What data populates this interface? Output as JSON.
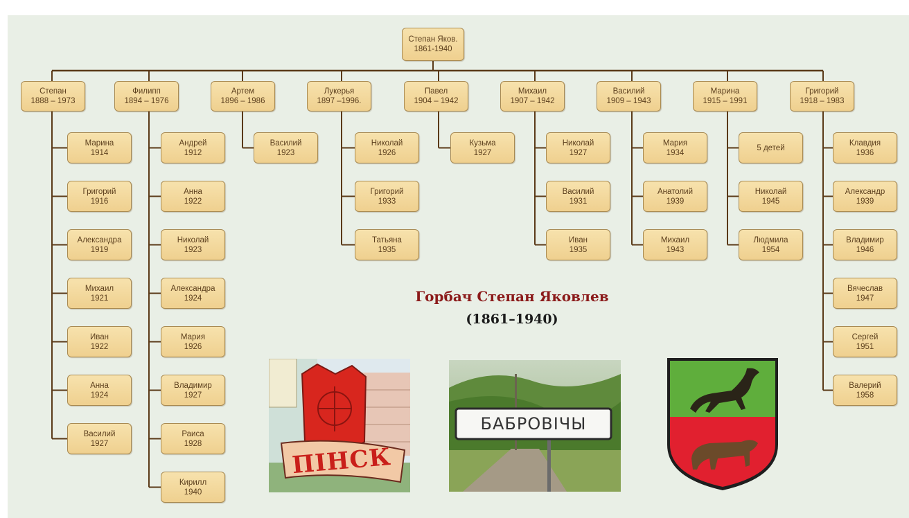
{
  "colors": {
    "panel": "#e9efe6",
    "line": "#5a3a18",
    "box_fill": "#f3d9a0",
    "box_border": "#a88a52",
    "box_text": "#5c3f1d",
    "title": "#8b1a1a"
  },
  "tree": {
    "root": {
      "name": "Степан Яков.",
      "years": "1861-1940"
    },
    "branches": [
      {
        "name": "Степан",
        "years": "1888 – 1973",
        "children": [
          {
            "name": "Марина",
            "years": "1914"
          },
          {
            "name": "Григорий",
            "years": "1916"
          },
          {
            "name": "Александра",
            "years": "1919"
          },
          {
            "name": "Михаил",
            "years": "1921"
          },
          {
            "name": "Иван",
            "years": "1922"
          },
          {
            "name": "Анна",
            "years": "1924"
          },
          {
            "name": "Василий",
            "years": "1927"
          }
        ]
      },
      {
        "name": "Филипп",
        "years": "1894 – 1976",
        "children": [
          {
            "name": "Андрей",
            "years": "1912"
          },
          {
            "name": "Анна",
            "years": "1922"
          },
          {
            "name": "Николай",
            "years": "1923"
          },
          {
            "name": "Александра",
            "years": "1924"
          },
          {
            "name": "Мария",
            "years": "1926"
          },
          {
            "name": "Владимир",
            "years": "1927"
          },
          {
            "name": "Раиса",
            "years": "1928"
          },
          {
            "name": "Кирилл",
            "years": "1940"
          }
        ]
      },
      {
        "name": "Артем",
        "years": "1896 – 1986",
        "children": [
          {
            "name": "Василий",
            "years": "1923"
          }
        ]
      },
      {
        "name": "Лукерья",
        "years": "1897 –1996.",
        "children": [
          {
            "name": "Николай",
            "years": "1926"
          },
          {
            "name": "Григорий",
            "years": "1933"
          },
          {
            "name": "Татьяна",
            "years": "1935"
          }
        ]
      },
      {
        "name": "Павел",
        "years": "1904 – 1942",
        "children": [
          {
            "name": "Кузьма",
            "years": "1927"
          }
        ]
      },
      {
        "name": "Михаил",
        "years": "1907 – 1942",
        "children": [
          {
            "name": "Николай",
            "years": "1927"
          },
          {
            "name": "Василий",
            "years": "1931"
          },
          {
            "name": "Иван",
            "years": "1935"
          }
        ]
      },
      {
        "name": "Василий",
        "years": "1909 – 1943",
        "children": [
          {
            "name": "Мария",
            "years": "1934"
          },
          {
            "name": "Анатолий",
            "years": "1939"
          },
          {
            "name": "Михаил",
            "years": "1943"
          }
        ]
      },
      {
        "name": "Марина",
        "years": "1915 – 1991",
        "children": [
          {
            "name": "5 детей",
            "years": ""
          },
          {
            "name": "Николай",
            "years": "1945"
          },
          {
            "name": "Людмила",
            "years": "1954"
          }
        ]
      },
      {
        "name": "Григорий",
        "years": "1918 – 1983",
        "children": [
          {
            "name": "Клавдия",
            "years": "1936"
          },
          {
            "name": "Александр",
            "years": "1939"
          },
          {
            "name": "Владимир",
            "years": "1946"
          },
          {
            "name": "Вячеслав",
            "years": "1947"
          },
          {
            "name": "Сергей",
            "years": "1951"
          },
          {
            "name": "Валерий",
            "years": "1958"
          }
        ]
      }
    ]
  },
  "caption": {
    "title": "Горбач Степан Яковлев",
    "years": "(1861–1940)"
  },
  "images": {
    "pinsk": {
      "label": "ПІНСК",
      "icon": "pinsk-coat-of-arms-illustration"
    },
    "sign": {
      "label": "БАБРОВІЧЫ",
      "icon": "village-road-sign-photo"
    },
    "coat": {
      "icon": "coat-of-arms-horse-bull"
    }
  }
}
